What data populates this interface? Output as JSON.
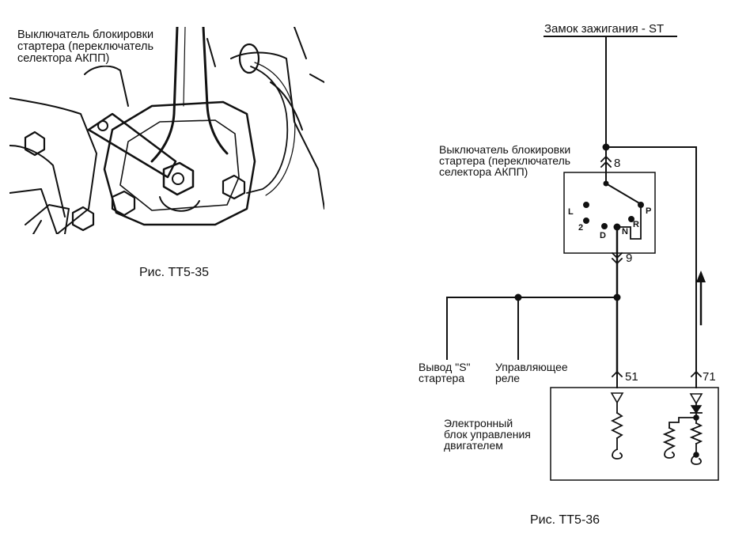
{
  "figure35": {
    "label_lines": [
      "Выключатель блокировки",
      "стартера (переключатель",
      "селектора АКПП)"
    ],
    "caption": "Рис. TT5-35"
  },
  "figure36": {
    "ignition_label": "Замок зажигания - ST",
    "switch_label_lines": [
      "Выключатель блокировки",
      "стартера (переключатель",
      "селектора АКПП)"
    ],
    "pins": {
      "p8": "8",
      "p9": "9",
      "p51": "51",
      "p71": "71"
    },
    "selector_positions": {
      "L": "L",
      "two": "2",
      "D": "D",
      "N": "N",
      "P": "P",
      "R": "R"
    },
    "starter_label_lines": [
      "Вывод \"S\"",
      "стартера"
    ],
    "relay_label_lines": [
      "Управляющее",
      "реле"
    ],
    "ecu_label_lines": [
      "Электронный",
      "блок управления",
      "двигателем"
    ],
    "caption": "Рис. TT5-36"
  },
  "colors": {
    "ink": "#111111",
    "background": "#ffffff"
  },
  "icons": {
    "flow": "up-arrow-icon"
  }
}
